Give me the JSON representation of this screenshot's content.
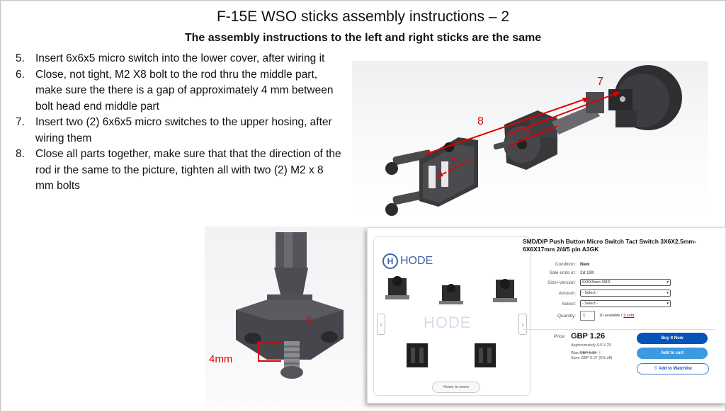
{
  "slide": {
    "title": "F-15E WSO sticks assembly instructions – 2",
    "subtitle": "The assembly instructions to the left and right sticks are the same",
    "steps": [
      {
        "num": "5.",
        "text": "Insert 6x6x5 micro switch into the lower cover, after wiring it"
      },
      {
        "num": "6.",
        "text": "Close, not tight, M2 X8 bolt to the rod thru the middle part, make sure the there is a gap of approximately 4 mm between bolt head end middle part"
      },
      {
        "num": "7.",
        "text": "Insert two (2) 6x6x5 micro switches to the upper hosing, after wiring them"
      },
      {
        "num": "8.",
        "text": "Close all parts together, make sure that that the direction of the rod ir the same to the picture, tighten all with two (2) M2 x 8 mm bolts"
      }
    ]
  },
  "exploded_view": {
    "labels": {
      "seven": "7",
      "eight": "8",
      "six": "6",
      "five": "5"
    },
    "colors": {
      "part": "#3a3a3c",
      "arrow": "#e00000"
    }
  },
  "part_view": {
    "labels": {
      "six": "6",
      "gap": "4mm"
    },
    "colors": {
      "part": "#4a4b50",
      "marker": "#e00000"
    }
  },
  "listing": {
    "brand": "HODE",
    "brand_logo": "H",
    "watermark": "HODE",
    "hover_hint": "Hover to zoom",
    "prev_icon": "‹",
    "next_icon": "›",
    "title": "SMD/DIP Push Button Micro Switch Tact Switch 3X6X2.5mm-6X6X17mm 2/4/5 pin A3GK",
    "condition_label": "Condition:",
    "condition_value": "New",
    "ends_label": "Sale ends in:",
    "ends_value": "2d 19h",
    "size_label": "Size+Version:",
    "size_value": "6X6X5mm SMD",
    "amount_label": "Amount:",
    "amount_value": "- Select -",
    "select_label": "Select:",
    "select_value": "- Select -",
    "quantity_label": "Quantity:",
    "quantity_value": "1",
    "available": "10 available /",
    "sold": "9 sold",
    "price_label": "Price:",
    "price": "GBP 1.26",
    "approx": "Approximately ILS 5.29",
    "was_label": "Was",
    "was_value": "GBP 1.33",
    "save": "Save GBP 0.07 (5% off)",
    "buy_now": "Buy It Now",
    "add_to_cart": "Add to cart",
    "watchlist": "♡ Add to Watchlist",
    "colors": {
      "brand": "#3d63a8",
      "buy": "#0654ba",
      "cart": "#3b9ae1",
      "link": "#c00"
    }
  }
}
